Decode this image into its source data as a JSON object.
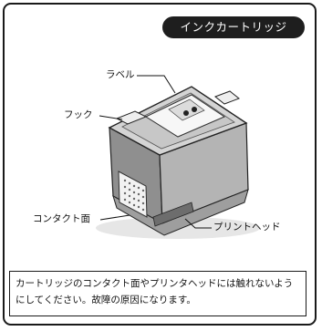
{
  "title": "インクカートリッジ",
  "labels": {
    "label": "ラベル",
    "hook": "フック",
    "contact": "コンタクト面",
    "printhead": "プリントヘッド"
  },
  "note": "カートリッジのコンタクト面やプリンタヘッドには触れないようにしてください。故障の原因になります。"
}
